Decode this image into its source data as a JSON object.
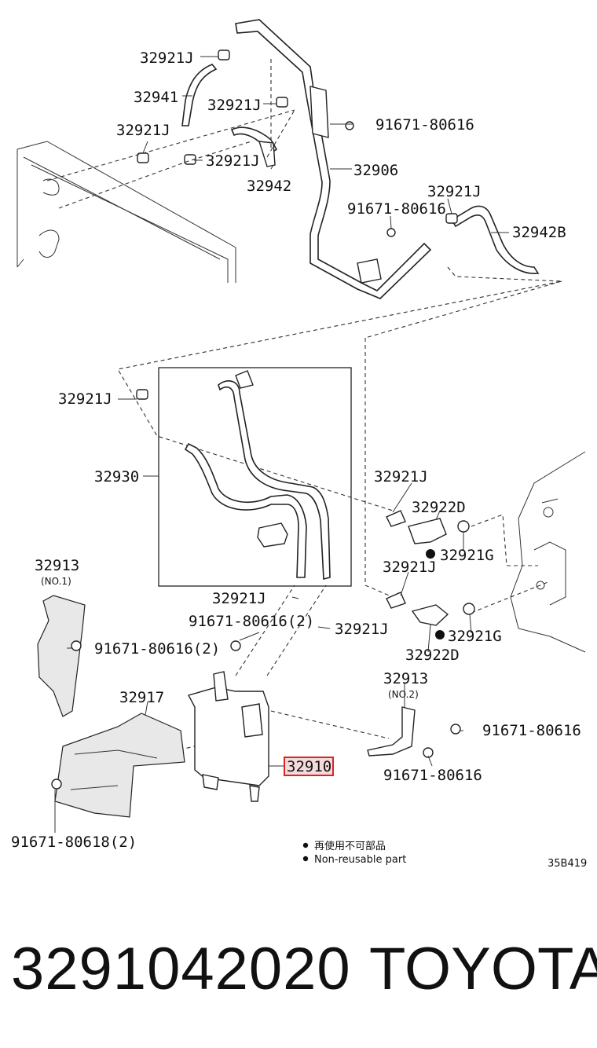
{
  "labels": {
    "l1": "32921J",
    "l2": "32941",
    "l3": "32921J",
    "l4": "91671-80616",
    "l5": "32921J",
    "l6": "32921J",
    "l7": "32906",
    "l8": "32942",
    "l9": "32921J",
    "l10": "91671-80616",
    "l11": "32942B",
    "l12": "32921J",
    "l13": "32930",
    "l14": "32921J",
    "l15": "32922D",
    "l16": "32921G",
    "l17": "32921J",
    "l18": "32913",
    "l19": "(NO.1)",
    "l20": "32921J",
    "l21": "91671-80616(2)",
    "l22": "32921J",
    "l23": "91671-80616(2)",
    "l24": "32921G",
    "l25": "32922D",
    "l26": "32917",
    "l27": "32913",
    "l28": "(NO.2)",
    "l29": "91671-80616",
    "l30": "32910",
    "l31": "91671-80616",
    "l32": "91671-80618(2)"
  },
  "legend": {
    "reuse_jp": "再使用不可部品",
    "reuse_en": "Non-reusable part",
    "code": "35B419"
  },
  "highlight": "32910",
  "footer": {
    "part_number": "3291042020",
    "brand": "TOYOTA"
  }
}
